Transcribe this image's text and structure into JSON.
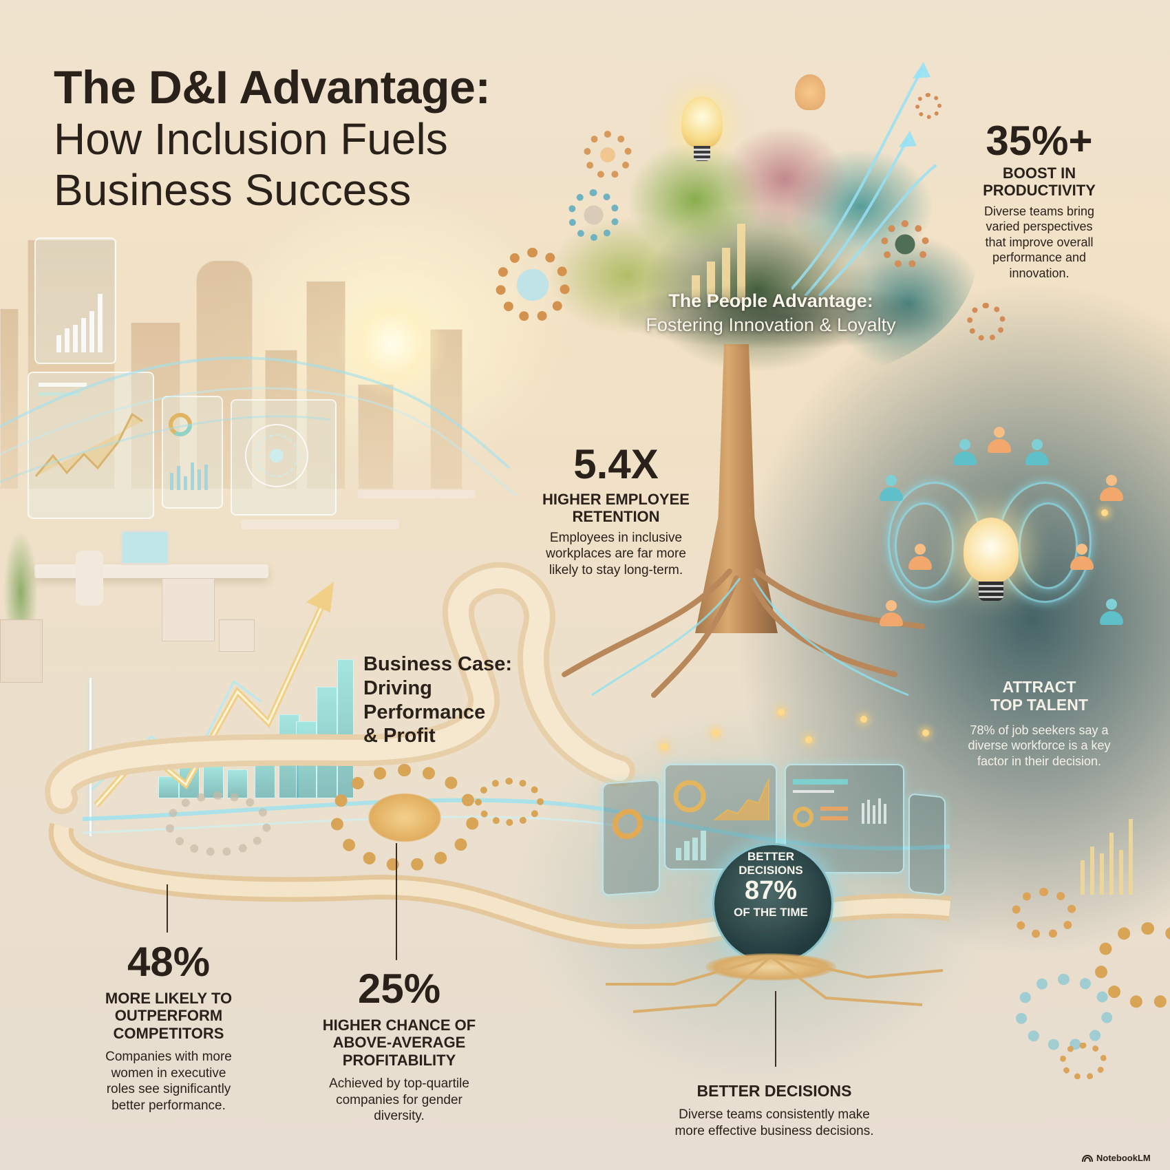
{
  "title": {
    "line1": "The D&I Advantage:",
    "line2": "How Inclusion Fuels",
    "line3": "Business Success"
  },
  "sections": {
    "people": {
      "title": "The People Advantage:",
      "subtitle": "Fostering Innovation & Loyalty"
    },
    "business_case": {
      "line1": "Business Case:",
      "line2": "Driving",
      "line3": "Performance",
      "line4": "& Profit"
    }
  },
  "stats": {
    "productivity": {
      "value": "35%+",
      "label_line1": "BOOST IN",
      "label_line2": "PRODUCTIVITY",
      "desc_lines": [
        "Diverse teams bring",
        "varied perspectives",
        "that improve overall",
        "performance and",
        "innovation."
      ]
    },
    "retention": {
      "value": "5.4X",
      "label_line1": "HIGHER EMPLOYEE",
      "label_line2": "RETENTION",
      "desc_lines": [
        "Employees in inclusive",
        "workplaces are far more",
        "likely to stay long-term."
      ]
    },
    "talent": {
      "label_line1": "ATTRACT",
      "label_line2": "TOP TALENT",
      "desc_lines": [
        "78% of job seekers say a",
        "diverse workforce is a key",
        "factor in their decision."
      ]
    },
    "outperform": {
      "value": "48%",
      "label_lines": [
        "MORE LIKELY TO",
        "OUTPERFORM",
        "COMPETITORS"
      ],
      "desc_lines": [
        "Companies with more",
        "women in executive",
        "roles see significantly",
        "better performance."
      ]
    },
    "profitability": {
      "value": "25%",
      "label_lines": [
        "HIGHER CHANCE OF",
        "ABOVE-AVERAGE",
        "PROFITABILITY"
      ],
      "desc_lines": [
        "Achieved by top-quartile",
        "companies for gender",
        "diversity."
      ]
    },
    "decisions_orb": {
      "line1": "BETTER",
      "line2": "DECISIONS",
      "value": "87%",
      "line3": "OF THE TIME"
    },
    "decisions": {
      "label": "BETTER DECISIONS",
      "desc_lines": [
        "Diverse teams consistently make",
        "more effective business decisions."
      ]
    }
  },
  "footer": {
    "brand": "NotebookLM",
    "brand_icon": "notebooklm-logo-icon"
  },
  "colors": {
    "text_dark": "#2a211b",
    "text_light": "#f5f1e8",
    "accent_teal": "#8ce1f0",
    "accent_gold": "#e0a860",
    "background_cream": "#efe3cf",
    "background_teal_dark": "#284e56"
  }
}
